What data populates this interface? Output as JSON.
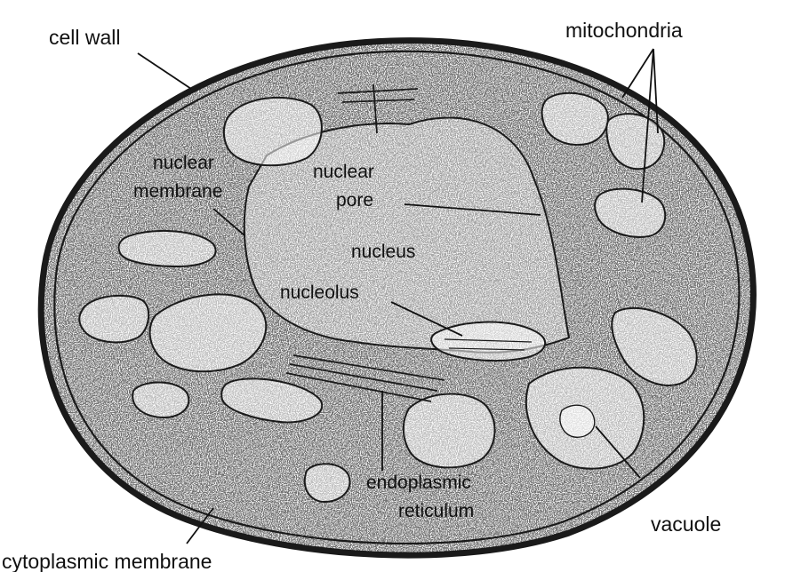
{
  "diagram": {
    "labels": {
      "cell_wall": "cell wall",
      "mitochondria": "mitochondria",
      "nuclear_membrane_1": "nuclear",
      "nuclear_membrane_2": "membrane",
      "nuclear_pore_1": "nuclear",
      "nuclear_pore_2": "pore",
      "nucleus": "nucleus",
      "nucleolus": "nucleolus",
      "endoplasmic_reticulum_1": "endoplasmic",
      "endoplasmic_reticulum_2": "reticulum",
      "vacuole": "vacuole",
      "cytoplasmic_membrane": "cytoplasmic membrane"
    },
    "colors": {
      "ink": "#1a1a1a",
      "cytoplasm": "#e9e9e9",
      "paper": "#ffffff"
    }
  }
}
